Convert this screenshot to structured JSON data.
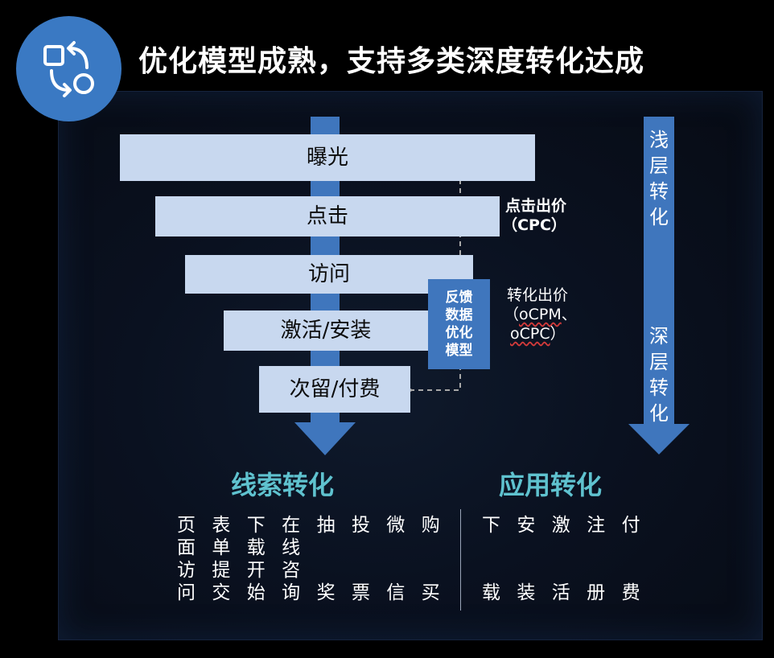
{
  "title": "优化模型成熟，支持多类深度转化达成",
  "funnel": [
    "曝光",
    "点击",
    "访问",
    "激活/安装",
    "次留/付费"
  ],
  "bid_labels": {
    "cpc_line1": "点击出价",
    "cpc_line2": "（CPC）",
    "ocpm_line1": "转化出价",
    "ocpm_line2_prefix": "（",
    "ocpm_line2_word": "oCPM",
    "ocpm_line2_suffix": "、",
    "ocpm_line3_word": "oCPC",
    "ocpm_line3_suffix": "）"
  },
  "feedback_box": [
    "反馈",
    "数据",
    "优化",
    "模型"
  ],
  "depth_axis": {
    "shallow": [
      "浅",
      "层",
      "转",
      "化"
    ],
    "deep": [
      "深",
      "层",
      "转",
      "化"
    ]
  },
  "sections": {
    "lead": {
      "title": "线索转化",
      "rows": [
        [
          "页",
          "表",
          "下",
          "在",
          "抽",
          "投",
          "微",
          "购"
        ],
        [
          "面",
          "单",
          "载",
          "线"
        ],
        [
          "访",
          "提",
          "开",
          "咨"
        ],
        [
          "问",
          "交",
          "始",
          "询",
          "奖",
          "票",
          "信",
          "买"
        ]
      ]
    },
    "app": {
      "title": "应用转化",
      "rows": [
        [
          "下",
          "安",
          "激",
          "注",
          "付"
        ],
        [],
        [],
        [
          "载",
          "装",
          "活",
          "册",
          "费"
        ]
      ]
    }
  },
  "colors": {
    "arrow_blue": "#3f76bd",
    "bar_fill": "#c8d8ef",
    "section_teal": "#5fc2cf",
    "logo_blue": "#3a79c3"
  },
  "icons": {
    "logo": "convert-cycle-icon"
  }
}
